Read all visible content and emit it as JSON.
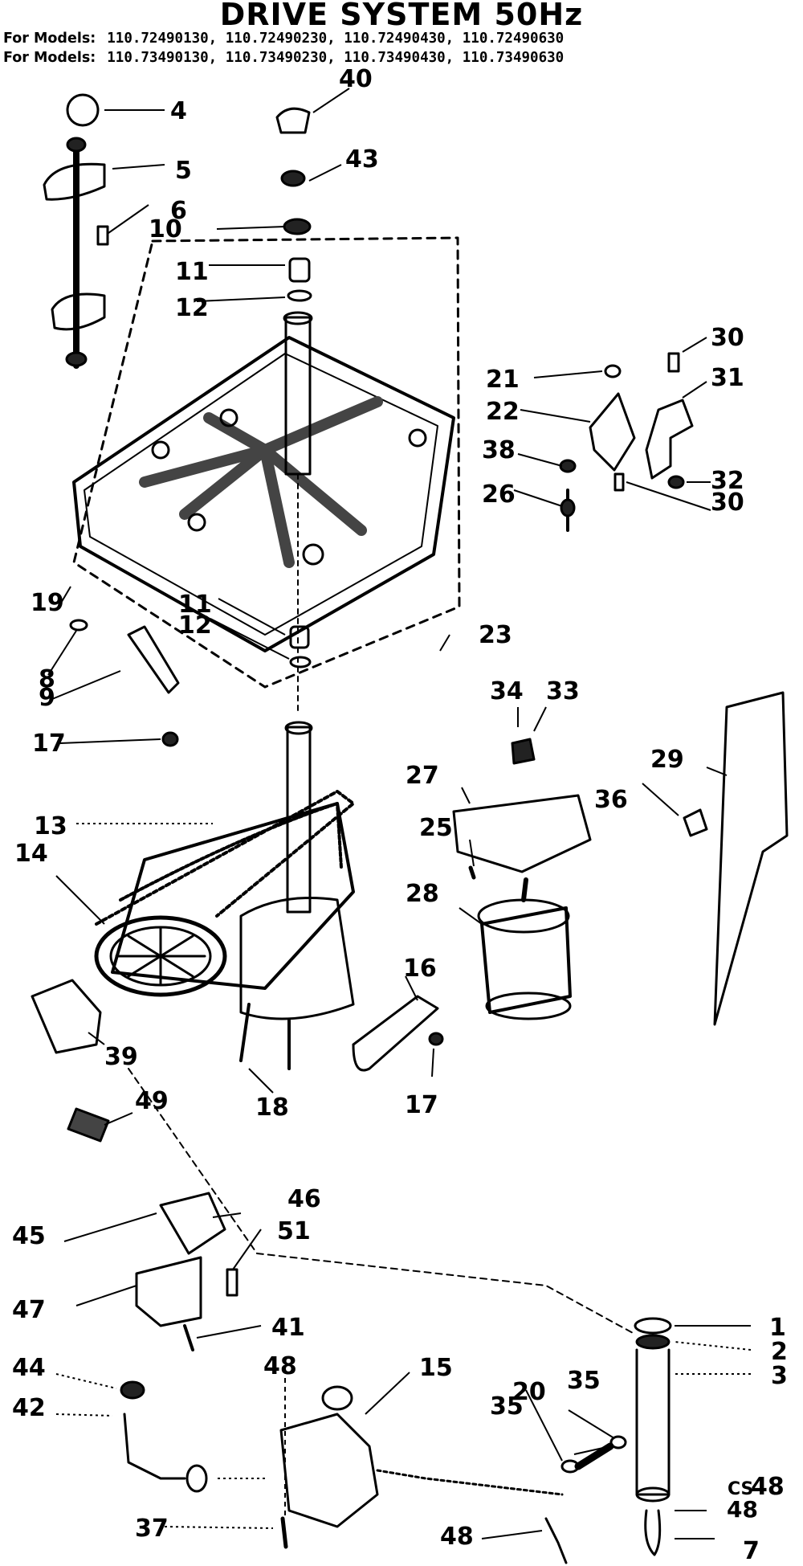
{
  "title": "DRIVE SYSTEM 50Hz",
  "model_lines": [
    {
      "label": "For Models:",
      "models": "110.72490130, 110.72490230, 110.72490430, 110.72490630"
    },
    {
      "label": "For Models:",
      "models": "110.73490130, 110.73490230, 110.73490430, 110.73490630"
    }
  ],
  "callouts": [
    "1",
    "2",
    "3",
    "4",
    "5",
    "6",
    "7",
    "8",
    "9",
    "10",
    "11",
    "11",
    "12",
    "12",
    "13",
    "14",
    "15",
    "16",
    "17",
    "17",
    "18",
    "19",
    "20",
    "21",
    "22",
    "23",
    "25",
    "26",
    "27",
    "28",
    "29",
    "30",
    "30",
    "31",
    "32",
    "33",
    "34",
    "35",
    "35",
    "36",
    "37",
    "38",
    "39",
    "40",
    "41",
    "42",
    "43",
    "44",
    "45",
    "46",
    "47",
    "48",
    "48",
    "48",
    "49",
    "51"
  ],
  "corner_code": {
    "line1": "CS",
    "line2": "48"
  }
}
